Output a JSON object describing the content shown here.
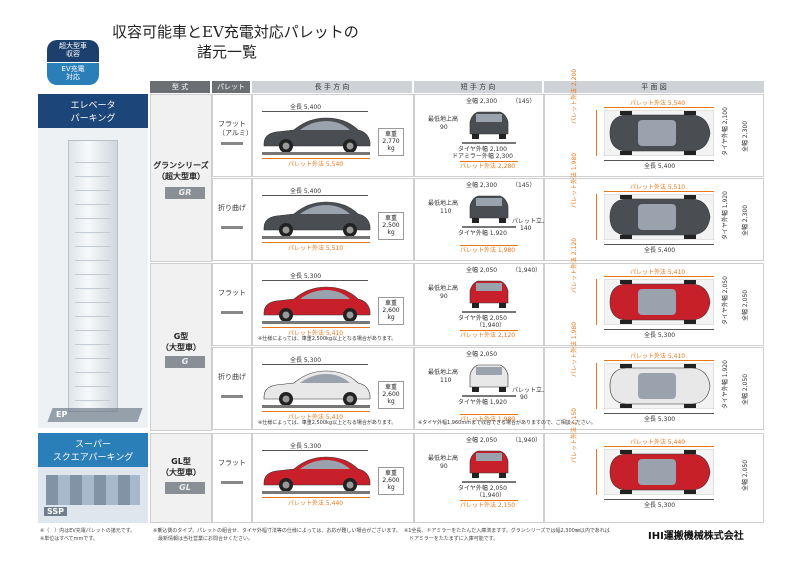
{
  "badge": {
    "line1": "超大型車",
    "line2": "収容",
    "line3": "EV充電",
    "line4": "対応"
  },
  "title": {
    "line1": "収容可能車とEV充電対応パレットの",
    "line2": "諸元一覧"
  },
  "headers": {
    "type": "型 式",
    "pallet": "パレット",
    "length": "長 手 方 向",
    "short": "短 手 方 向",
    "plan": "平 面 図"
  },
  "sections": {
    "ep": {
      "line1": "エレベータ",
      "line2": "パーキング",
      "logo": "EP"
    },
    "ssp": {
      "line1": "スーパー",
      "line2": "スクエアパーキング",
      "logo": "SSP"
    }
  },
  "types": {
    "gr": {
      "name": "グランシリーズ",
      "sub": "（超大型車）",
      "logo": "GR"
    },
    "g": {
      "name": "G型",
      "sub": "（大型車）",
      "logo": "G"
    },
    "gl": {
      "name": "GL型",
      "sub": "（大型車）",
      "logo": "GL"
    }
  },
  "rows": [
    {
      "pallet1": "フラット",
      "pallet2": "（アルミ）",
      "total_len": "全長 5,400",
      "pallet_len": "パレット外法 5,540",
      "weight": "車重",
      "weight_val": "2,770",
      "unit": "kg",
      "width": "全幅 2,300",
      "side": "（145）",
      "min_ground": "最低地上高",
      "min_ground_val": "90",
      "tire": "タイヤ外幅 2,100",
      "mirror": "ドアミラー外幅 2,300",
      "pallet_w": "パレット外法 2,280",
      "plan_pallet_len": "パレット外法 5,540",
      "plan_pallet_w": "パレット外法 2,200",
      "plan_tire": "タイヤ外幅 2,100",
      "plan_width": "全幅 2,300",
      "plan_total": "全長 5,400",
      "note": ""
    },
    {
      "pallet1": "折り曲げ",
      "pallet2": "",
      "total_len": "全長 5,400",
      "pallet_len": "パレット外法 5,510",
      "weight": "車重",
      "weight_val": "2,500",
      "unit": "kg",
      "width": "全幅 2,300",
      "side": "（145）",
      "min_ground": "最低地上高",
      "min_ground_val": "110",
      "tire": "タイヤ外幅 1,920",
      "mirror": "",
      "pallet_w": "パレット外法 1,980",
      "pallet_stand": "パレット立上がり",
      "pallet_stand_val": "140",
      "plan_pallet_len": "パレット外法 5,510",
      "plan_pallet_w": "パレット外法 1,980",
      "plan_tire": "タイヤ外幅 1,920",
      "plan_width": "全幅 2,300",
      "plan_total": "全長 5,400",
      "note": ""
    },
    {
      "pallet1": "フラット",
      "pallet2": "",
      "total_len": "全長 5,300",
      "pallet_len": "パレット外法 5,410",
      "weight": "車重",
      "weight_val": "2,600",
      "unit": "kg",
      "width": "全幅 2,050",
      "side": "（1,940）",
      "min_ground": "最低地上高",
      "min_ground_val": "90",
      "tire": "タイヤ外幅 2,050",
      "tire_sub": "（1,940）",
      "mirror": "",
      "pallet_w": "パレット外法 2,120",
      "plan_pallet_len": "パレット外法 5,410",
      "plan_pallet_w": "パレット外法 2,120",
      "plan_tire": "タイヤ外幅 2,050",
      "plan_width": "全幅 2,050",
      "plan_total": "全長 5,300",
      "note": "※仕様によっては、車重2,500kg以上となる場合があります。"
    },
    {
      "pallet1": "折り曲げ",
      "pallet2": "",
      "total_len": "全長 5,300",
      "pallet_len": "パレット外法 5,410",
      "weight": "車重",
      "weight_val": "2,600",
      "unit": "kg",
      "width": "全幅 2,050",
      "side": "",
      "min_ground": "最低地上高",
      "min_ground_val": "110",
      "tire": "タイヤ外幅 1,920",
      "mirror": "",
      "pallet_w": "パレット外法 1,980",
      "pallet_stand": "パレット立上がり",
      "pallet_stand_val": "90",
      "plan_pallet_len": "パレット外法 5,410",
      "plan_pallet_w": "パレット外法 1,980",
      "plan_tire": "タイヤ外幅 1,920",
      "plan_width": "全幅 2,050",
      "plan_total": "全長 5,300",
      "note": "※仕様によっては、車重2,500kg以上となる場合があります。",
      "note2": "※タイヤ外幅1,960mmまで収容できる場合がありますので、ご相談ください。"
    },
    {
      "pallet1": "フラット",
      "pallet2": "",
      "total_len": "全長 5,300",
      "pallet_len": "パレット外法 5,440",
      "weight": "車重",
      "weight_val": "2,600",
      "unit": "kg",
      "width": "全幅 2,050",
      "side": "（1,940）",
      "min_ground": "最低地上高",
      "min_ground_val": "90",
      "tire": "タイヤ外幅 2,050",
      "tire_sub": "（1,940）",
      "mirror": "",
      "pallet_w": "パレット外法 2,150",
      "plan_pallet_len": "パレット外法 5,440",
      "plan_pallet_w": "パレット外法 2,150",
      "plan_tire": "",
      "plan_width": "全幅 2,050",
      "plan_total": "全長 5,300",
      "note": ""
    }
  ],
  "footnotes": {
    "f1": "※（　）内はEV充電パレットの諸元です。",
    "f2": "※単位はすべてmmです。",
    "f3": "※乗込側のタイプ、パレットの組合せ、タイヤ外幅寸法等の仕様によっては、お応が難しい場合がございます。",
    "f4": "　最新情報は当社営業にお問合せください。",
    "f5": "※1全長、ドアミラーをたたんだ入庫済ますす。グランシリーズでは幅2,300㎜以内であれば",
    "f6": "　ドアミラーをたたまずに入庫可能です。"
  },
  "company": "IHI運搬機械株式会社",
  "colors": {
    "navy": "#1c4679",
    "blue": "#2b7fb8",
    "orange": "#e8761a",
    "red_car": "#c8202a",
    "dark_car": "#4a4d52",
    "white_car": "#e8e8e8"
  }
}
